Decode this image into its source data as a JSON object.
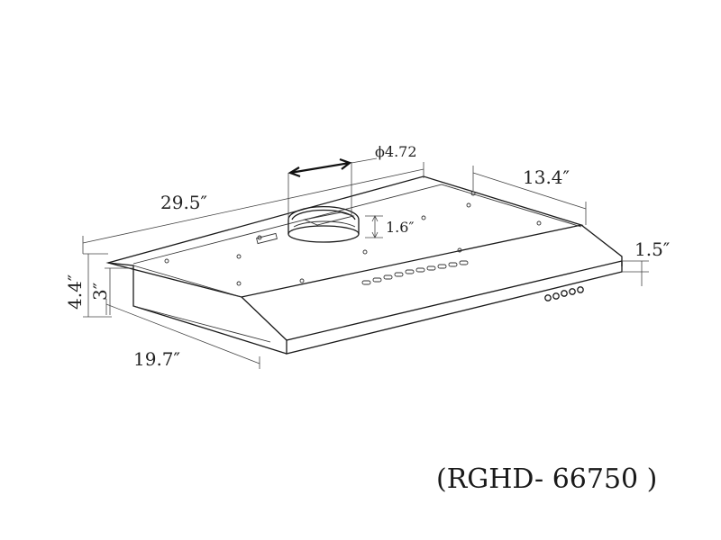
{
  "dimensions": {
    "width": "29.5″",
    "depth": "19.7″",
    "side_depth": "13.4″",
    "height_total": "4.4″",
    "height_front": "3″",
    "edge_height": "1.5″",
    "duct_diameter": "ϕ4.72",
    "duct_height": "1.6″"
  },
  "model": "(RGHD- 66750 )"
}
